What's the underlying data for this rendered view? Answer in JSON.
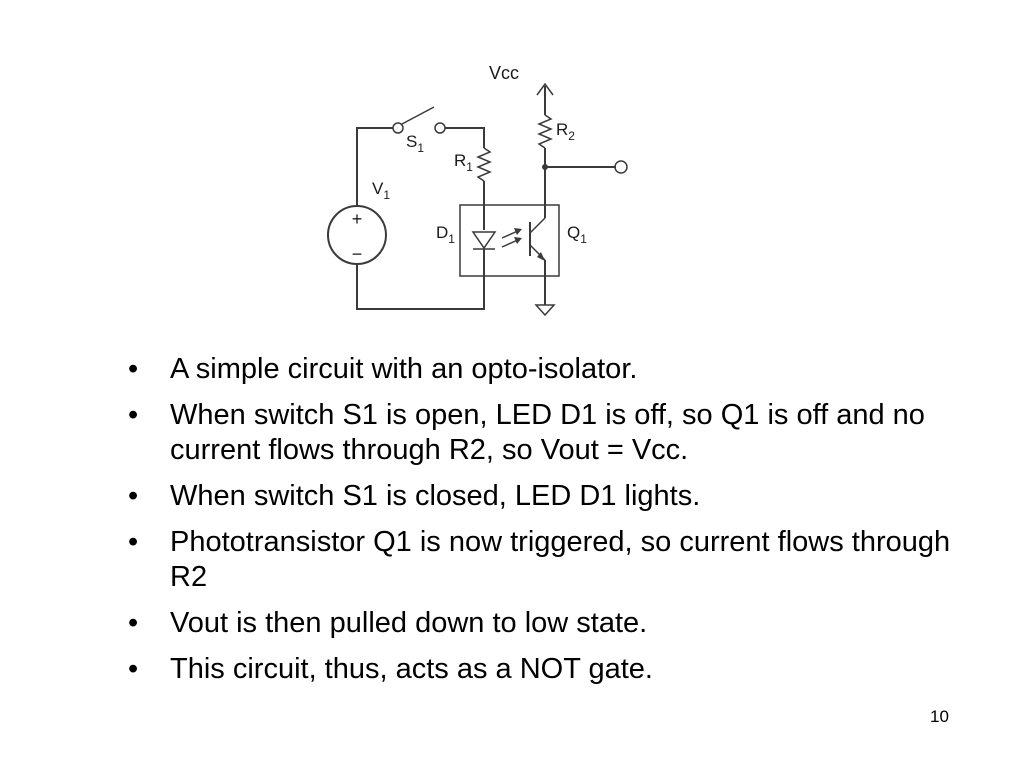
{
  "circuit": {
    "vcc_label": "Vcc",
    "s1": {
      "letter": "S",
      "sub": "1"
    },
    "r1": {
      "letter": "R",
      "sub": "1"
    },
    "r2": {
      "letter": "R",
      "sub": "2"
    },
    "v1": {
      "letter": "V",
      "sub": "1"
    },
    "d1": {
      "letter": "D",
      "sub": "1"
    },
    "q1": {
      "letter": "Q",
      "sub": "1"
    },
    "plus_sign": "+",
    "minus_sign": "−"
  },
  "bullets": [
    "A simple circuit with an opto-isolator.",
    "When switch S1 is open, LED D1 is off, so Q1 is off and no current flows through R2, so Vout = Vcc.",
    "When switch S1 is closed, LED D1 lights.",
    "Phototransistor Q1 is now triggered, so current flows through R2",
    "Vout is then pulled down to low state.",
    "This circuit, thus, acts as a NOT gate."
  ],
  "page_number": "10"
}
